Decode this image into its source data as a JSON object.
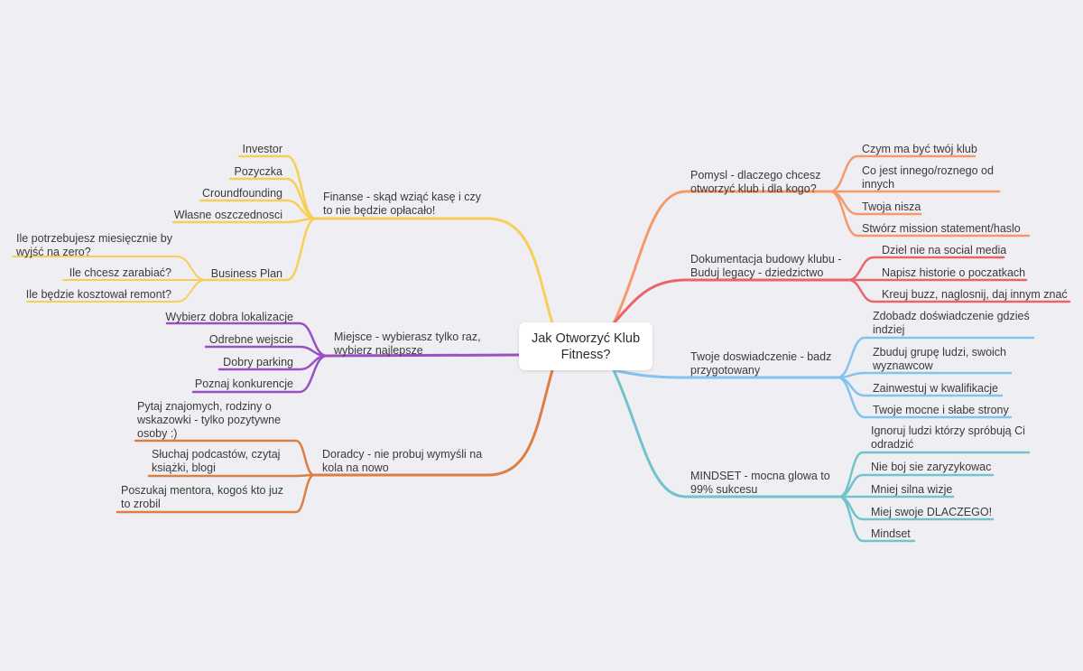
{
  "center": {
    "title": "Jak Otworzyć Klub Fitness?"
  },
  "branches": {
    "finanse": {
      "color": "#f6cf57",
      "label": "Finanse - skąd wziąć kasę i czy to nie będzie opłacało!",
      "children": [
        "Investor",
        "Pozyczka",
        "Croundfounding",
        "Własne oszczednosci",
        "Business Plan"
      ],
      "business_plan_children": [
        "Ile potrzebujesz miesięcznie by wyjść na zero?",
        "Ile chcesz zarabiać?",
        "Ile będzie kosztował remont?"
      ]
    },
    "miejsce": {
      "color": "#9b50c2",
      "label": "Miejsce - wybierasz tylko raz, wybierz najlepsze",
      "children": [
        "Wybierz dobra lokalizacje",
        "Odrebne wejscie",
        "Dobry parking",
        "Poznaj konkurencje"
      ]
    },
    "doradcy": {
      "color": "#dc7f44",
      "label": "Doradcy - nie probuj wymyśli na kola na nowo",
      "children": [
        "Pytaj znajomych, rodziny o wskazowki - tylko pozytywne osoby :)",
        "Słuchaj podcastów, czytaj książki, blogi",
        "Poszukaj mentora, kogoś kto juz to zrobil"
      ]
    },
    "pomysl": {
      "color": "#f39a68",
      "label": "Pomysl - dlaczego chcesz otworzyć klub i dla kogo?",
      "children": [
        "Czym ma być twój klub",
        "Co jest innego/roznego od innych",
        "Twoja nisza",
        "Stwórz mission statement/haslo"
      ]
    },
    "dokumentacja": {
      "color": "#e9656b",
      "label": "Dokumentacja budowy klubu - Buduj legacy - dziedzictwo",
      "children": [
        "Dziel nie na social media",
        "Napisz historie o poczatkach",
        "Kreuj buzz, naglosnij, daj innym znać"
      ]
    },
    "doswiadczenie": {
      "color": "#83c3ec",
      "label": "Twoje doswiadczenie - badz przygotowany",
      "children": [
        "Zdobadz doświadczenie gdzieś indziej",
        "Zbuduj grupę ludzi, swoich wyznawcow",
        "Zainwestuj w kwalifikacje",
        "Twoje mocne i słabe strony"
      ]
    },
    "mindset": {
      "color": "#72c3cc",
      "label": "MINDSET - mocna glowa to 99% sukcesu",
      "children": [
        "Ignoruj ludzi którzy spróbują Ci odradzić",
        "Nie boj sie zaryzykowac",
        "Mniej silna wizje",
        "Miej swoje DLACZEGO!",
        "Mindset"
      ]
    }
  }
}
